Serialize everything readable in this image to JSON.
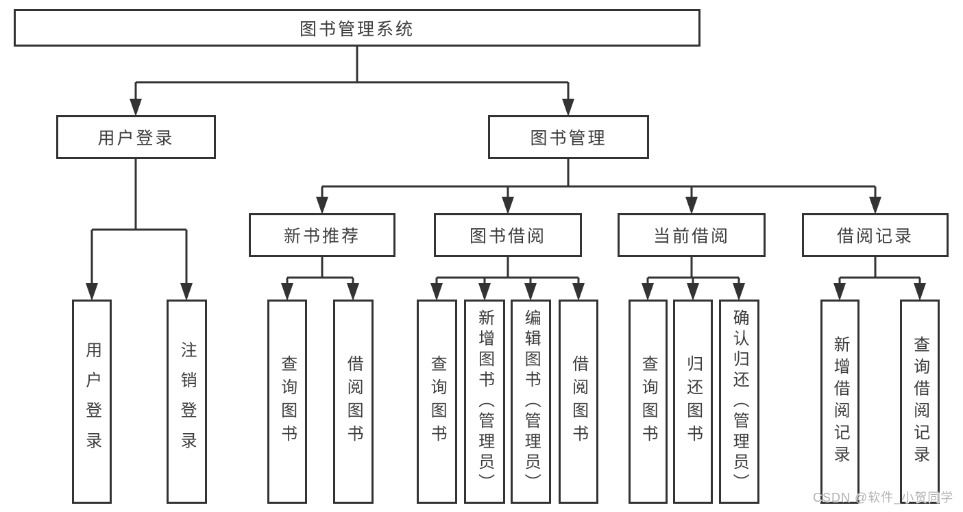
{
  "title": "图书管理系统",
  "nodes": {
    "root": "图书管理系统",
    "user_login": "用户登录",
    "book_management": "图书管理",
    "new_book_recommend": "新书推荐",
    "book_borrowing": "图书借阅",
    "current_borrowing": "当前借阅",
    "borrowing_records": "借阅记录",
    "leaf_user_login": "用户登录",
    "leaf_logout_login": "注销登录",
    "leaf_query_books_recommend": "查询图书",
    "leaf_borrow_books_recommend": "借阅图书",
    "leaf_query_books_borrowing": "查询图书",
    "leaf_add_books_admin": "新增图书（管理员）",
    "leaf_edit_books_admin": "编辑图书（管理员）",
    "leaf_borrow_books_borrowing": "借阅图书",
    "leaf_query_books_current": "查询图书",
    "leaf_return_books": "归还图书",
    "leaf_confirm_return_admin": "确认归还（管理员）",
    "leaf_add_borrow_record": "新增借阅记录",
    "leaf_query_borrow_record": "查询借阅记录"
  },
  "tree": {
    "label": "图书管理系统",
    "children": [
      {
        "label": "用户登录",
        "children": [
          {
            "label": "用户登录"
          },
          {
            "label": "注销登录"
          }
        ]
      },
      {
        "label": "图书管理",
        "children": [
          {
            "label": "新书推荐",
            "children": [
              {
                "label": "查询图书"
              },
              {
                "label": "借阅图书"
              }
            ]
          },
          {
            "label": "图书借阅",
            "children": [
              {
                "label": "查询图书"
              },
              {
                "label": "新增图书（管理员）"
              },
              {
                "label": "编辑图书（管理员）"
              },
              {
                "label": "借阅图书"
              }
            ]
          },
          {
            "label": "当前借阅",
            "children": [
              {
                "label": "查询图书"
              },
              {
                "label": "归还图书"
              },
              {
                "label": "确认归还（管理员）"
              }
            ]
          },
          {
            "label": "借阅记录",
            "children": [
              {
                "label": "新增借阅记录"
              },
              {
                "label": "查询借阅记录"
              }
            ]
          }
        ]
      }
    ]
  },
  "watermark": {
    "text": "CSDN @软件_小贺同学"
  },
  "colors": {
    "line": "#333333",
    "box_border": "#333333",
    "text": "#3d3d3d",
    "watermark": "#b2b2b2",
    "background": "#ffffff"
  }
}
